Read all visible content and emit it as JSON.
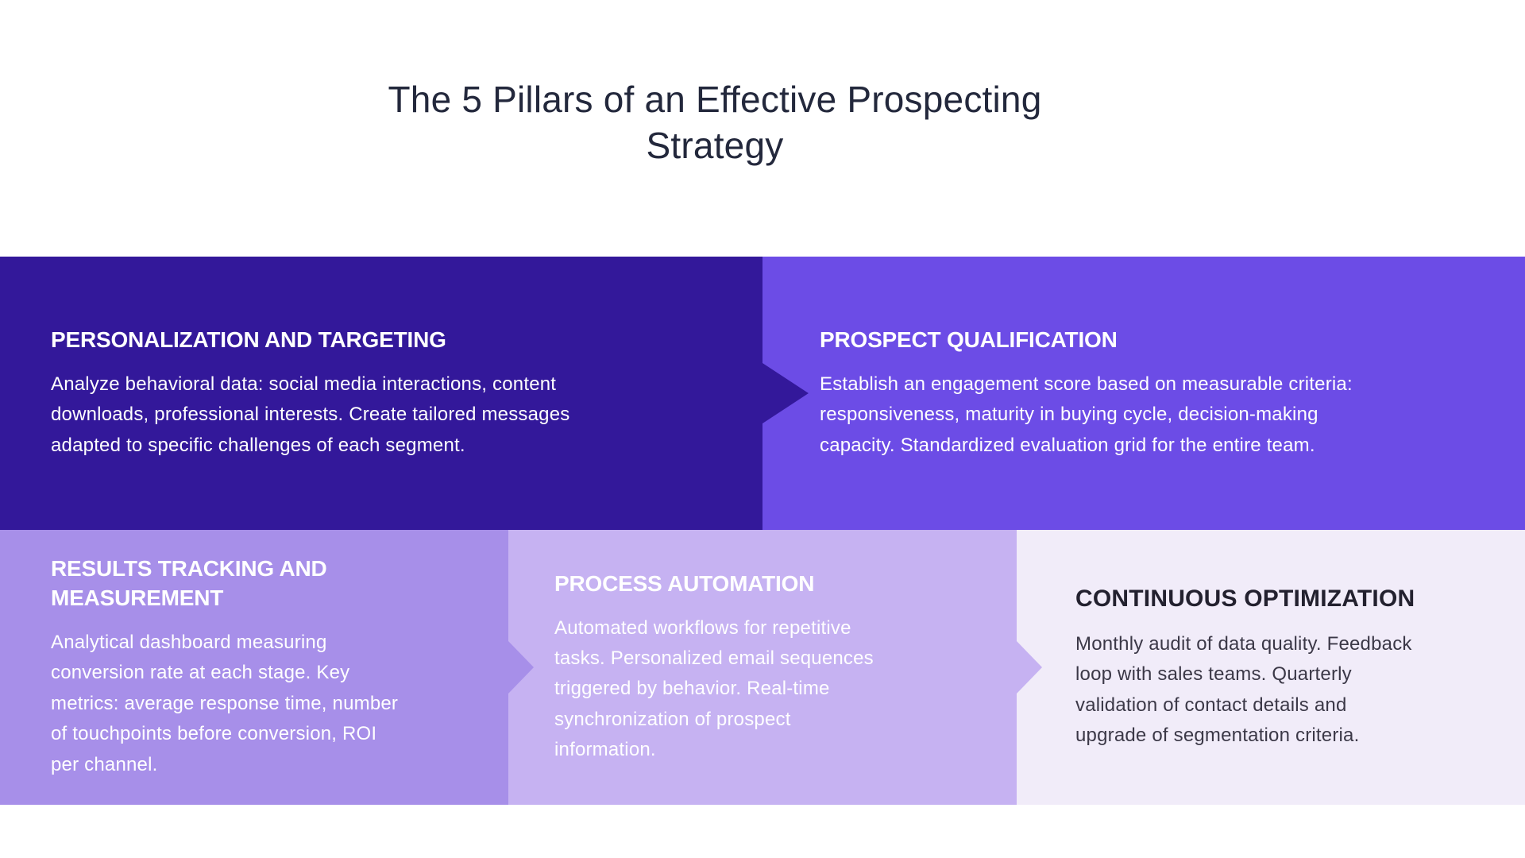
{
  "page": {
    "background_color": "#ffffff",
    "title": "The 5 Pillars of an Effective Prospecting\nStrategy",
    "title_color": "#23283C"
  },
  "pillars": [
    {
      "title": "PERSONALIZATION AND TARGETING",
      "description": "Analyze behavioral data: social media interactions, content\ndownloads, professional interests. Create tailored messages\nadapted to specific challenges of each segment.",
      "colors": {
        "background": "#33189A",
        "title": "#FFFFFF",
        "description": "#FFFFFF"
      },
      "has_arrow": true
    },
    {
      "title": "PROSPECT QUALIFICATION",
      "description": "Establish an engagement score based on measurable criteria:\nresponsiveness, maturity in buying cycle, decision-making\ncapacity. Standardized evaluation grid for the entire team.",
      "colors": {
        "background": "#6C4CE6",
        "title": "#FFFFFF",
        "description": "#FFFFFF"
      },
      "has_arrow": false
    },
    {
      "title": "RESULTS TRACKING AND\nMEASUREMENT",
      "description": "Analytical dashboard measuring\nconversion rate at each stage. Key\nmetrics: average response time, number\nof touchpoints before conversion, ROI\nper channel.",
      "colors": {
        "background": "#A78FE9",
        "title": "#FFFFFF",
        "description": "#FFFFFF"
      },
      "has_arrow": true
    },
    {
      "title": "PROCESS AUTOMATION",
      "description": "Automated workflows for repetitive\ntasks. Personalized email sequences\ntriggered by behavior. Real-time\nsynchronization of prospect\ninformation.",
      "colors": {
        "background": "#C6B2F2",
        "title": "#FFFFFF",
        "description": "#FFFFFF"
      },
      "has_arrow": true
    },
    {
      "title": "CONTINUOUS OPTIMIZATION",
      "description": "Monthly audit of data quality. Feedback\nloop with sales teams. Quarterly\nvalidation of contact details and\nupgrade of segmentation criteria.",
      "colors": {
        "background": "#F1ECF9",
        "title": "#23212F",
        "description": "#3B3847"
      },
      "has_arrow": false
    }
  ]
}
